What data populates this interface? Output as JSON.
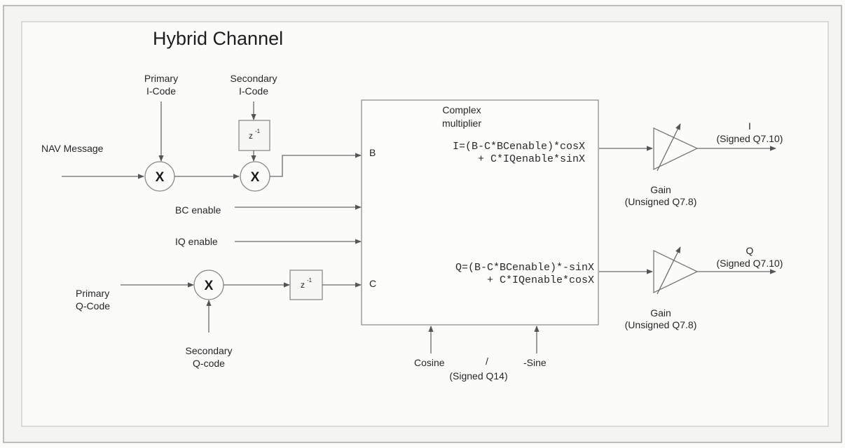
{
  "title": "Hybrid Channel",
  "inputs": {
    "nav_message": "NAV Message",
    "primary_i_code": [
      "Primary",
      "I-Code"
    ],
    "secondary_i_code": [
      "Secondary",
      "I-Code"
    ],
    "bc_enable": "BC enable",
    "iq_enable": "IQ enable",
    "primary_q_code": [
      "Primary",
      "Q-Code"
    ],
    "secondary_q_code": [
      "Secondary",
      "Q-code"
    ]
  },
  "delay_label": "z",
  "delay_exponent": "-1",
  "multiplier_symbol": "X",
  "complex_multiplier": {
    "title": [
      "Complex",
      "multiplier"
    ],
    "port_b": "B",
    "port_c": "C",
    "i_equation": [
      "I=(B-C*BCenable)*cosX",
      "+ C*IQenable*sinX"
    ],
    "q_equation": [
      "Q=(B-C*BCenable)*-sinX",
      "+ C*IQenable*cosX"
    ]
  },
  "carrier": {
    "cosine": "Cosine",
    "slash": "/",
    "sine": "-Sine",
    "format": "(Signed Q14)"
  },
  "outputs": {
    "i_label": "I",
    "i_format": "(Signed Q7.10)",
    "q_label": "Q",
    "q_format": "(Signed Q7.10)",
    "gain_label": "Gain",
    "gain_format": "(Unsigned Q7.8)"
  }
}
